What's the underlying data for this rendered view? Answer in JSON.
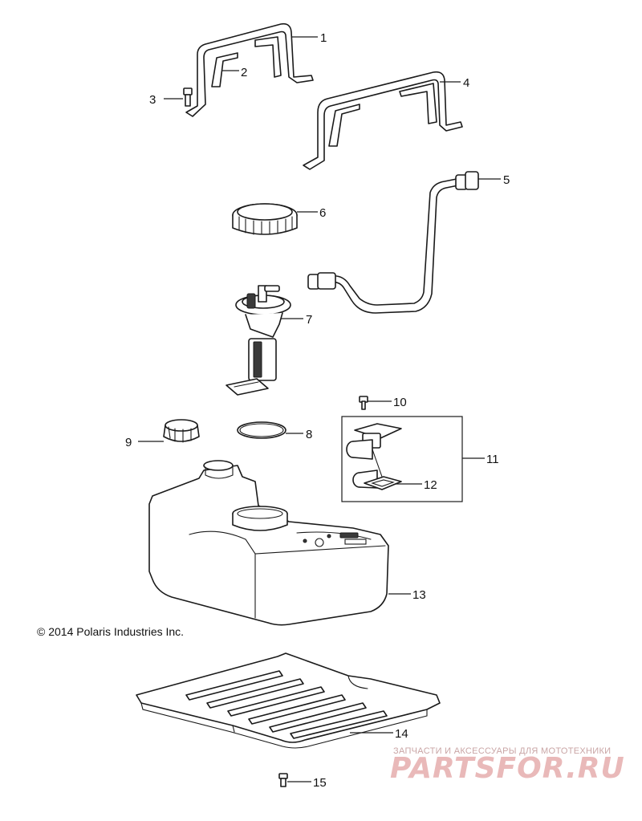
{
  "diagram": {
    "copyright": "© 2014 Polaris Industries Inc.",
    "callouts": [
      "1",
      "2",
      "3",
      "4",
      "5",
      "6",
      "7",
      "8",
      "9",
      "10",
      "11",
      "12",
      "13",
      "14",
      "15"
    ]
  },
  "watermark": {
    "tagline": "ЗАПЧАСТИ И АКСЕССУАРЫ ДЛЯ МОТОТЕХНИКИ",
    "logo": "PARTSFOR.RU"
  }
}
